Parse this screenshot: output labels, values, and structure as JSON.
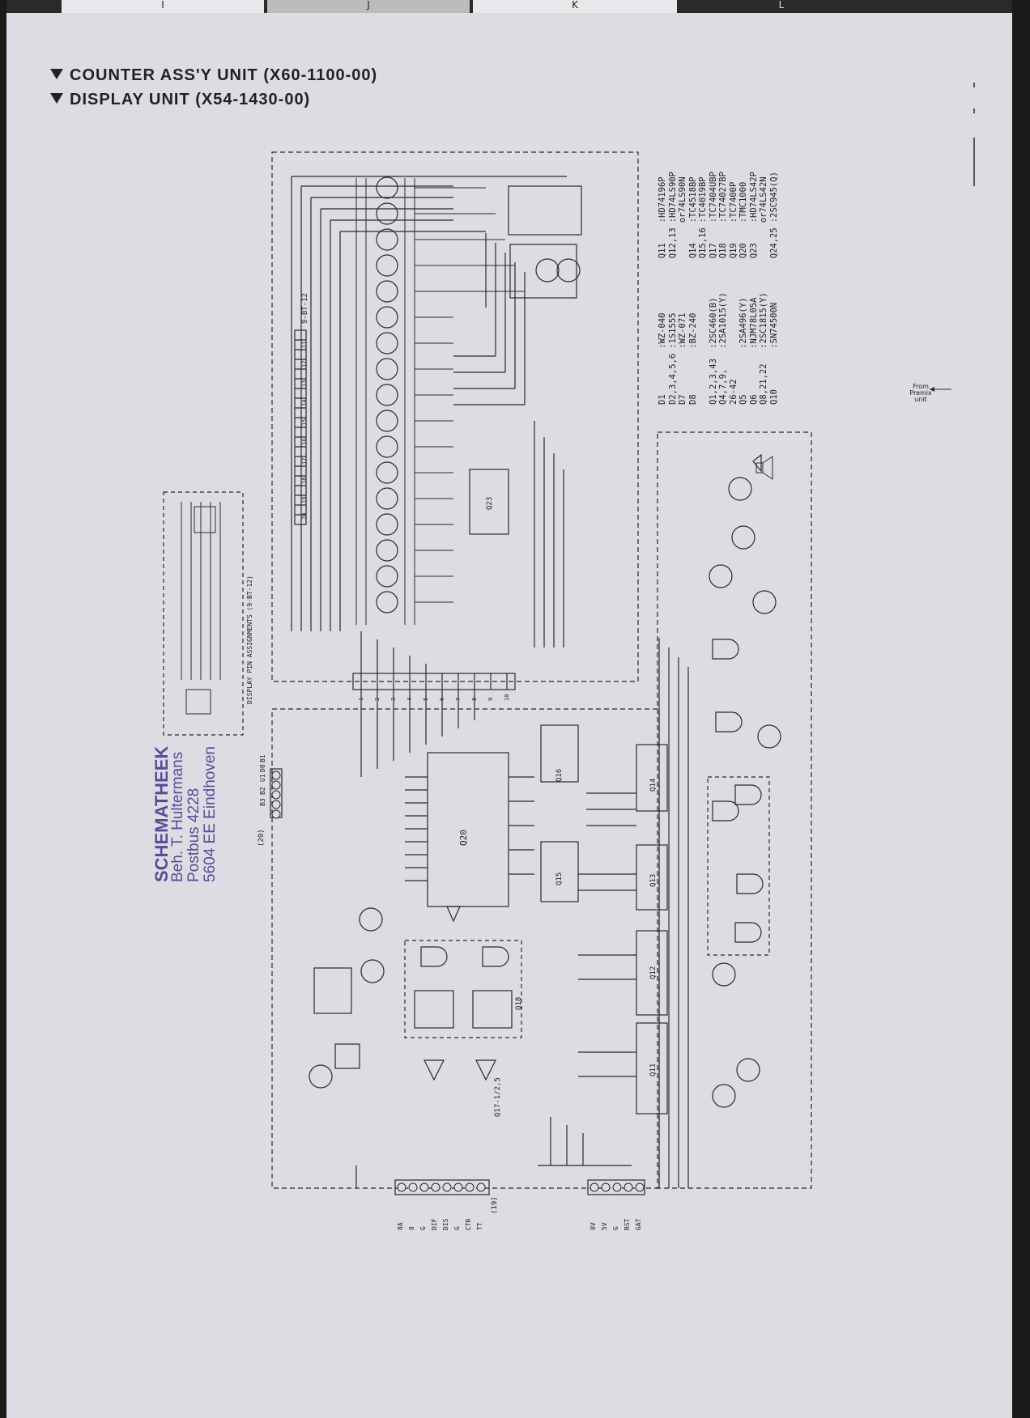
{
  "page_tabs": [
    "I",
    "J",
    "K",
    "L"
  ],
  "headings": [
    "COUNTER ASS'Y UNIT (X60-1100-00)",
    "DISPLAY UNIT (X54-1430-00)"
  ],
  "stamp": {
    "line1": "SCHEMATHEEK",
    "line2": "Beh. T. Hultermans",
    "line3": "Postbus 4228",
    "line4": "5604 EE  Eindhoven"
  },
  "labels": {
    "display_caption": "DISPLAY PIN ASSIGNMENTS (9-BT-12)",
    "display_type": "9-BT-12",
    "from_premix": "From Premix unit",
    "q20": "Q20",
    "q23": "Q23",
    "q15": "Q15",
    "q16": "Q16",
    "q11": "Q11",
    "q12": "Q12",
    "q13": "Q13",
    "q14": "Q14",
    "q18": "Q18",
    "q17_label": "Q17-1/2,5",
    "connector_left": "(19)",
    "connector_top": "(20)"
  },
  "connector_bottom_left": [
    "8A",
    "8",
    "G",
    "DIF",
    "DIS",
    "G",
    "CTR",
    "TT"
  ],
  "connector_bottom_right": [
    "8V",
    "5V",
    "G",
    "RST",
    "GAT"
  ],
  "connector_top_left": [
    "U1",
    "D0",
    "B1",
    "B2",
    "B3"
  ],
  "display_pins": [
    "1",
    "2",
    "3",
    "4",
    "5",
    "6",
    "7",
    "8",
    "9",
    "10",
    "11",
    "12",
    "13",
    "14",
    "15",
    "16",
    "17",
    "18",
    "19",
    "20"
  ],
  "parts_left": [
    {
      "ref": "D1",
      "val": ":WZ-040"
    },
    {
      "ref": "D2,3,4,5,6",
      "val": ":1S1555"
    },
    {
      "ref": "D7",
      "val": ":WZ-071"
    },
    {
      "ref": "D8",
      "val": ":BZ-240"
    },
    {
      "ref": "",
      "val": ""
    },
    {
      "ref": "Q1,2,3,43",
      "val": ":2SC460(B)"
    },
    {
      "ref": "Q4,7,9,",
      "val": ":2SA1015(Y)"
    },
    {
      "ref": "26-42",
      "val": ""
    },
    {
      "ref": "Q5",
      "val": ":2SA496(Y)"
    },
    {
      "ref": "Q6",
      "val": ":NJM78L05A"
    },
    {
      "ref": "Q8,21,22",
      "val": ":2SC1815(Y)"
    },
    {
      "ref": "Q10",
      "val": ":SN74500N"
    }
  ],
  "parts_right": [
    {
      "ref": "Q11",
      "val": ":HD74196P"
    },
    {
      "ref": "Q12,13",
      "val": ":HD74LS90P"
    },
    {
      "ref": "",
      "val": "or74LS90N"
    },
    {
      "ref": "Q14",
      "val": ":TC4518BP"
    },
    {
      "ref": "Q15,16",
      "val": ":TC4019BP"
    },
    {
      "ref": "Q17",
      "val": ":TC7404UBP"
    },
    {
      "ref": "Q18",
      "val": ":TC74027BP"
    },
    {
      "ref": "Q19",
      "val": ":TC7400P"
    },
    {
      "ref": "Q20",
      "val": ":TMC1000"
    },
    {
      "ref": "Q23",
      "val": ":HD74LS42P"
    },
    {
      "ref": "",
      "val": "or74LS42N"
    },
    {
      "ref": "Q24,25",
      "val": ":2SC945(Q)"
    }
  ]
}
